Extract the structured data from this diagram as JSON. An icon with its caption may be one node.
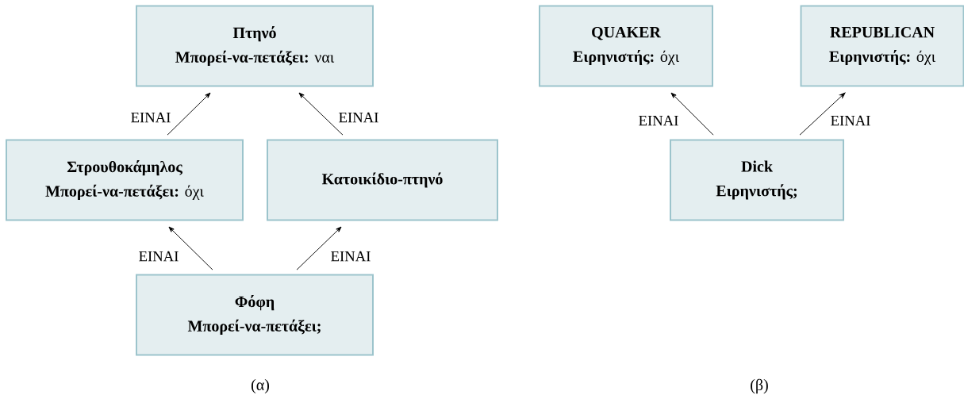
{
  "diagram": {
    "nodes": [
      {
        "text": [
          "Πτηνό",
          "**Μπορεί-να-πετάξει:** ναι"
        ]
      },
      {
        "text": [
          "Στρουθοκάμηλος",
          "**Μπορεί-να-πετάξει:** όχι"
        ]
      },
      {
        "text": [
          "Κατοικίδιο-πτηνό"
        ]
      },
      {
        "text": [
          "Φόφη",
          "Μπορεί-να-πετάξει;"
        ]
      },
      {
        "text": [
          "QUAKER",
          "**Ειρηνιστής:** όχι"
        ]
      },
      {
        "text": [
          "REPUBLICAN",
          "**Ειρηνιστής:** όχι"
        ]
      },
      {
        "text": [
          "Dick",
          "Ειρηνιστής;"
        ]
      }
    ],
    "edges": [
      {
        "from": 1,
        "to": 0,
        "arrow": "to",
        "label": "ΕΙΝΑΙ"
      },
      {
        "from": 2,
        "to": 0,
        "arrow": "to",
        "label": "ΕΙΝΑΙ"
      },
      {
        "from": 3,
        "to": 1,
        "arrow": "to",
        "label": "ΕΙΝΑΙ"
      },
      {
        "from": 3,
        "to": 2,
        "arrow": "to",
        "label": "ΕΙΝΑΙ"
      },
      {
        "from": 6,
        "to": 4,
        "arrow": "to",
        "label": "ΕΙΝΑΙ"
      },
      {
        "from": 6,
        "to": 5,
        "arrow": "to",
        "label": "ΕΙΝΑΙ"
      }
    ],
    "labels": [
      "(α)",
      "(β)"
    ]
  }
}
